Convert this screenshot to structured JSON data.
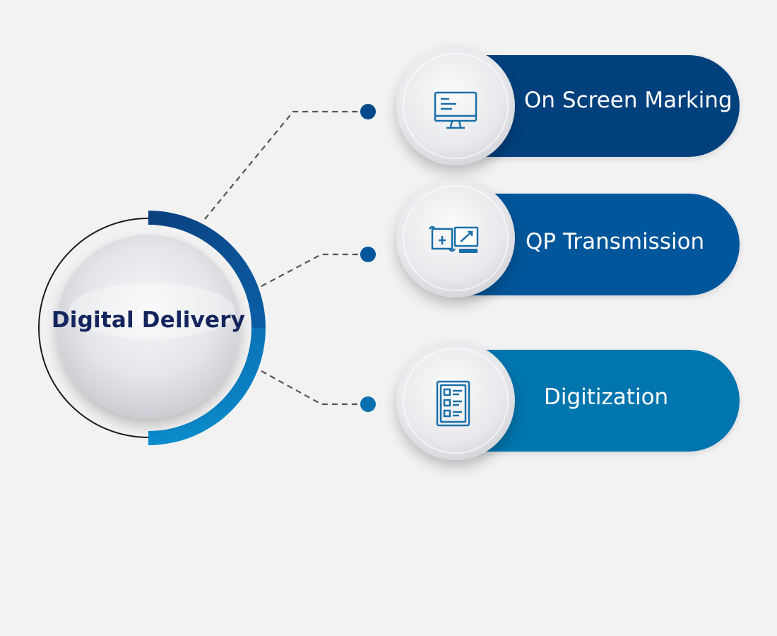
{
  "hub": {
    "label": "Digital Delivery"
  },
  "items": [
    {
      "label": "On Screen Marking",
      "icon": "monitor-icon",
      "color": "#003f7d"
    },
    {
      "label": "QP Transmission",
      "icon": "document-transfer-icon",
      "color": "#00569a"
    },
    {
      "label": "Digitization",
      "icon": "scanned-form-icon",
      "color": "#0074ae"
    }
  ],
  "colors": {
    "background": "#f2f2f3",
    "hub_text": "#14255e",
    "icon": "#1a6fa8",
    "connector": "#555555",
    "dot": "#004a8c"
  }
}
